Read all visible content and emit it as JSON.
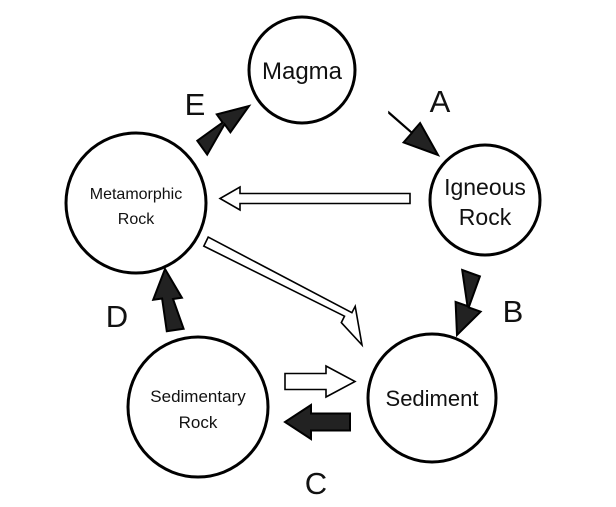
{
  "nodes": {
    "magma": {
      "lines": [
        "Magma"
      ]
    },
    "igneous": {
      "lines": [
        "Igneous",
        "Rock"
      ]
    },
    "sediment": {
      "lines": [
        "Sediment"
      ]
    },
    "sedimentary": {
      "lines": [
        "Sedimentary",
        "Rock"
      ]
    },
    "metamorphic": {
      "lines": [
        "Metamorphic",
        "Rock"
      ]
    }
  },
  "labels": {
    "a": "A",
    "b": "B",
    "c": "C",
    "d": "D",
    "e": "E"
  },
  "colors": {
    "solid_arrow": "#222222",
    "outline": "#000000",
    "background": "#ffffff"
  }
}
